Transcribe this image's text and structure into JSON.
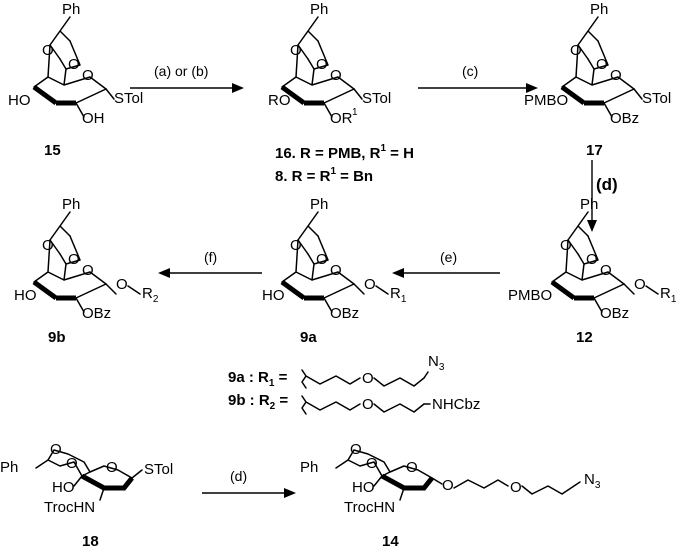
{
  "compounds": {
    "c15": {
      "id": "15",
      "left": [
        "HO"
      ],
      "sub_o2": "OH",
      "anomeric": "STol"
    },
    "c16": {
      "id": "16. R = PMB, R",
      "id_sup": "1",
      "id_tail": " = H",
      "alt": "8. R = R",
      "alt_sup": "1",
      "alt_tail": " = Bn",
      "left": "RO",
      "sub_o2": "OR",
      "sub_o2_sup": "1",
      "anomeric": "STol"
    },
    "c17": {
      "id": "17",
      "left": "PMBO",
      "sub_o2": "OBz",
      "anomeric": "STol"
    },
    "c12": {
      "id": "12",
      "left": "PMBO",
      "sub_o2": "OBz",
      "anomeric_o": "O",
      "r": "R",
      "r_sub": "1"
    },
    "c9a": {
      "id": "9a",
      "left": "HO",
      "sub_o2": "OBz",
      "anomeric_o": "O",
      "r": "R",
      "r_sub": "1"
    },
    "c9b": {
      "id": "9b",
      "left": "HO",
      "sub_o2": "OBz",
      "anomeric_o": "O",
      "r": "R",
      "r_sub": "2"
    },
    "c18": {
      "id": "18",
      "left": "HO",
      "nh": "TrocHN",
      "anomeric": "STol"
    },
    "c14": {
      "id": "14",
      "left": "HO",
      "nh": "TrocHN",
      "o": "O",
      "azide": "N",
      "azide_sub": "3"
    }
  },
  "acetal": {
    "ph": "Ph",
    "o": "O"
  },
  "reagents": {
    "a_b": "(a) or (b)",
    "c": "(c)",
    "d_vertical": "(d)",
    "e": "(e)",
    "f": "(f)",
    "d_bottom": "(d)"
  },
  "definitions": {
    "r1_label": "9a : R",
    "r1_sub": "1",
    "r1_eq": " =",
    "r1_end": "N",
    "r1_end_sub": "3",
    "r2_label": "9b : R",
    "r2_sub": "2",
    "r2_eq": " =",
    "r2_end": "NHCbz",
    "o": "O"
  }
}
